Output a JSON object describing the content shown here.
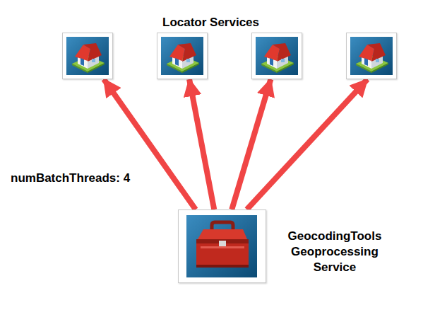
{
  "diagram": {
    "title": "Locator Services",
    "nodes": [
      {
        "text": []
      },
      {
        "text": []
      },
      {
        "text": []
      },
      {
        "text": []
      },
      {
        "text": [
          "GeocodingTools Geoprocessing Service"
        ]
      }
    ],
    "edges": [
      {
        "from": 4,
        "to": 0,
        "arrow": "to"
      },
      {
        "from": 4,
        "to": 1,
        "arrow": "to"
      },
      {
        "from": 4,
        "to": 2,
        "arrow": "to"
      },
      {
        "from": 4,
        "to": 3,
        "arrow": "to"
      }
    ],
    "labels": [
      "numBatchThreads: 4"
    ]
  }
}
